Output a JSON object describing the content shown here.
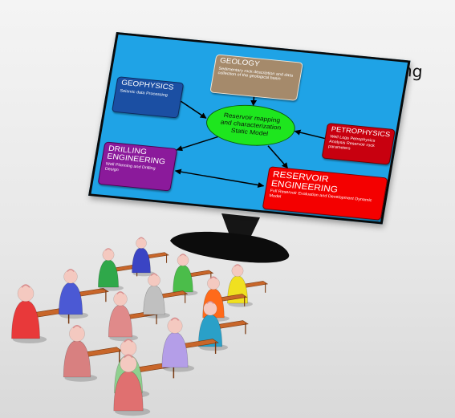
{
  "title": "Introduction to reservoir engineering",
  "diagram": {
    "center": {
      "label": "Reservoir mapping\nand characterization\nStatic Model"
    },
    "boxes": {
      "geology": {
        "title": "GEOLOGY",
        "text": "Sedimentary rock description  and data collection of the geological basin",
        "color": "#a58a6b"
      },
      "geophysics": {
        "title": "GEOPHYSICS",
        "text": "Seismic data Processing",
        "color": "#1b4fa3"
      },
      "petrophysics": {
        "title": "PETROPHYSICS",
        "text": "Well Logs Petrophysics Analysis Reservoir rock parameters",
        "color": "#c8000f"
      },
      "drilling": {
        "title": "DRILLING ENGINEERING",
        "text": "Well Planning and Drilling Design",
        "color": "#8b1a9b"
      },
      "reservoir": {
        "title": "RESERVOIR ENGINEERING",
        "text": "Full Reservoir Evaluation and Development Dynamic Model",
        "color": "#f40000"
      }
    },
    "screen_color": "#1fa3e6",
    "center_color": "#1ee61e"
  },
  "figures": {
    "colors": [
      "#e8393a",
      "#4b59d4",
      "#2fa84a",
      "#3a44c4",
      "#4bbd4a",
      "#e08a8a",
      "#c0c0c0",
      "#f0e020",
      "#ff6a1a",
      "#d88080",
      "#2aa0c8",
      "#8fd08f",
      "#b49ee8",
      "#e07070"
    ],
    "desk_color": "#c8662a",
    "head_color": "#f4c9c0"
  }
}
